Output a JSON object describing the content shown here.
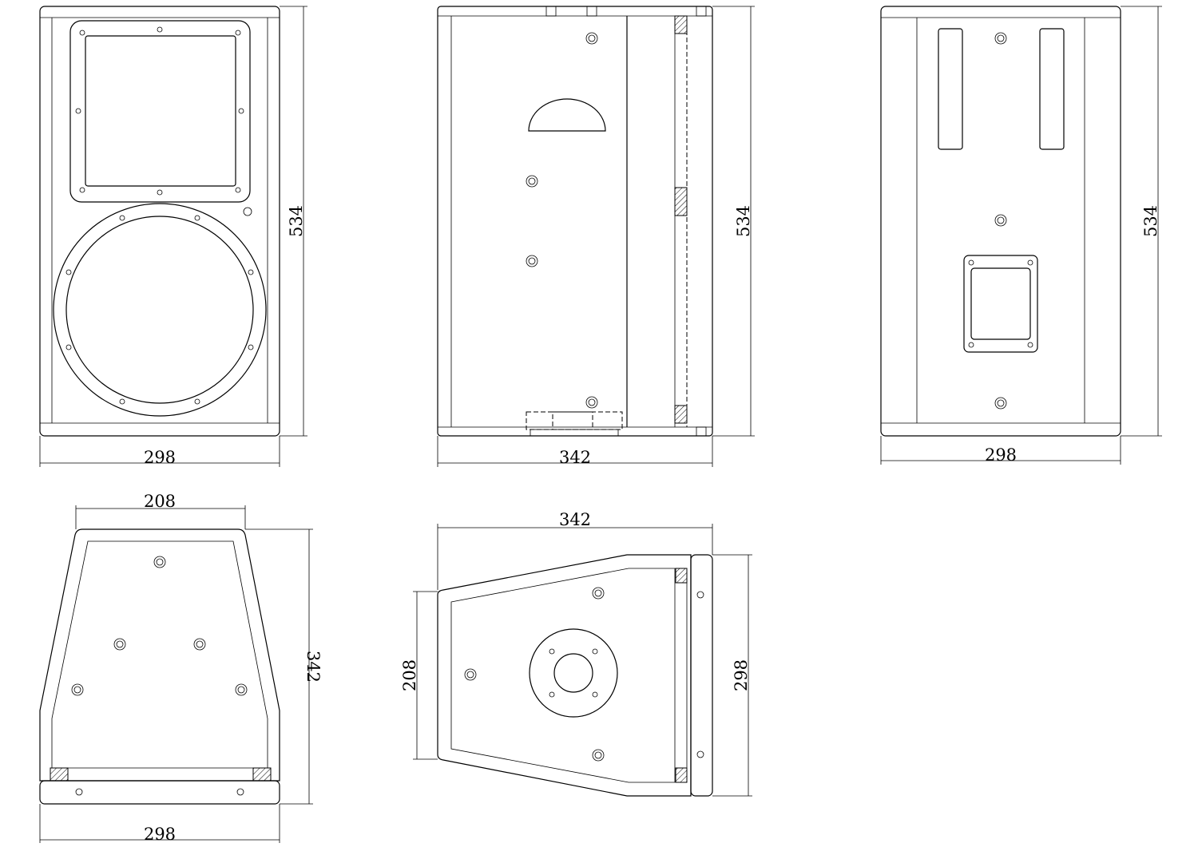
{
  "views": {
    "front": {
      "height": "534",
      "width": "298"
    },
    "side": {
      "height": "534",
      "depth": "342"
    },
    "back": {
      "height": "534",
      "width": "298"
    },
    "top": {
      "top_width": "208",
      "depth": "342",
      "bottom_width": "298"
    },
    "bottom_side": {
      "depth": "342",
      "back_height": "208",
      "front_height": "298"
    }
  }
}
